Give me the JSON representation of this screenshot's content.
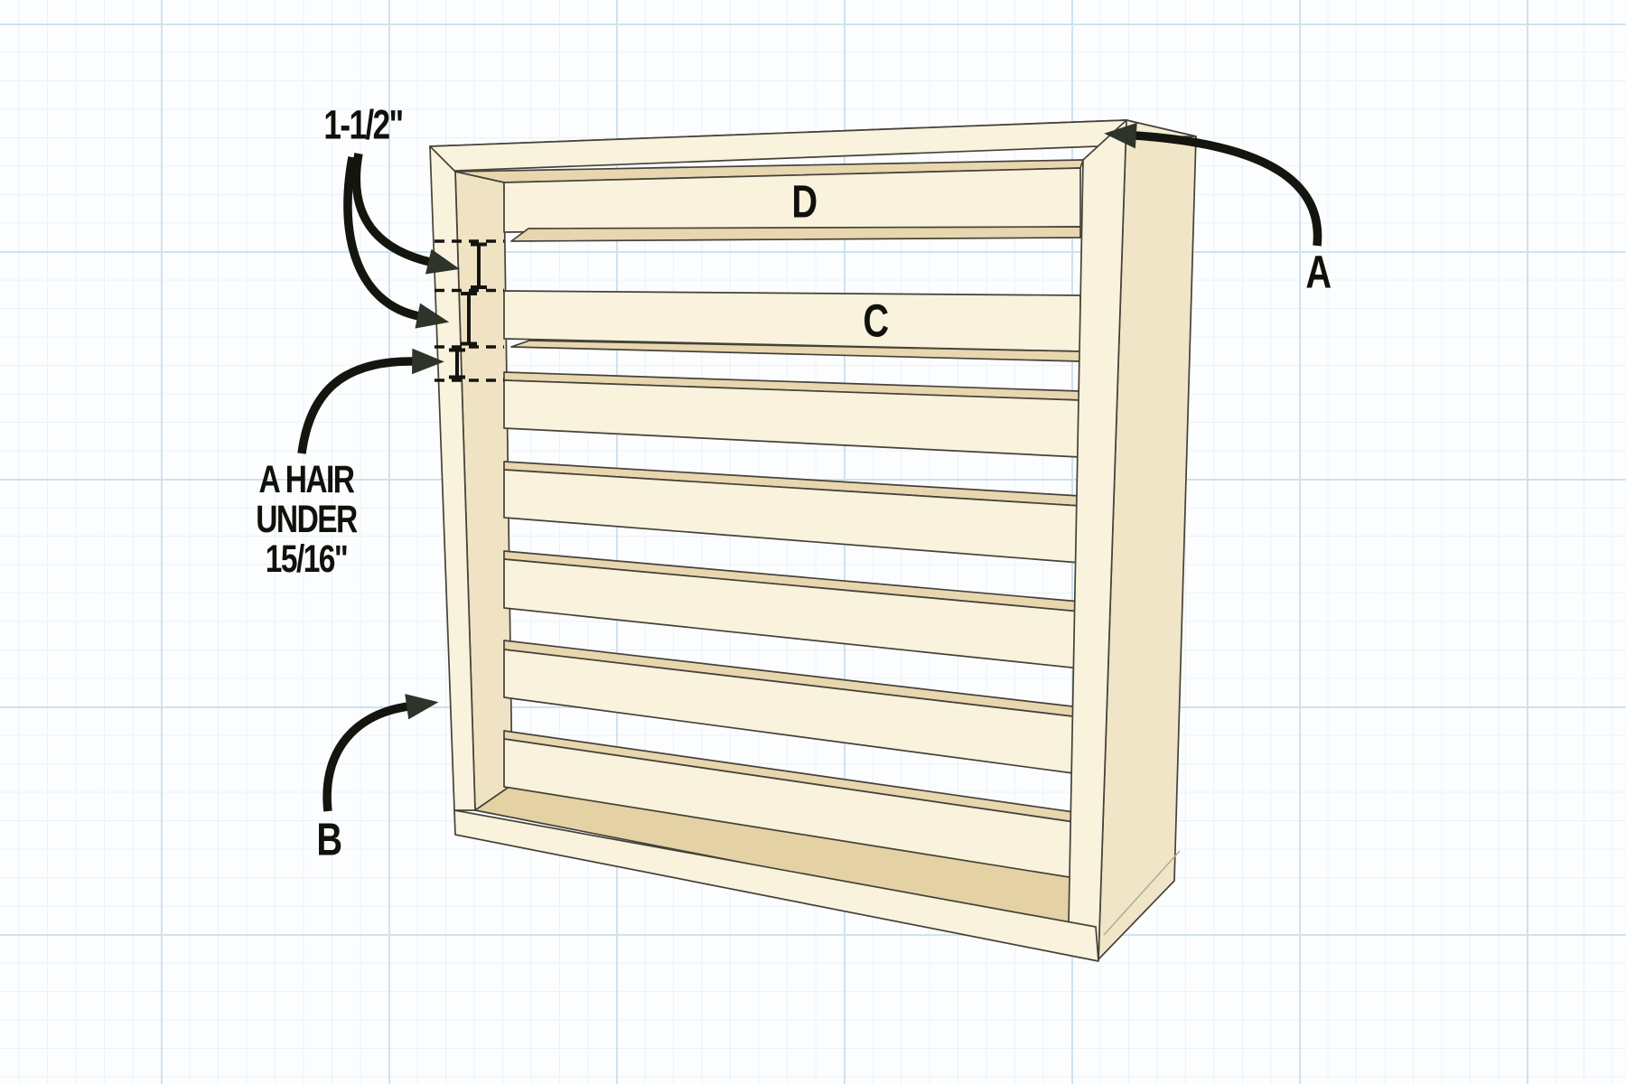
{
  "diagram": {
    "annotations": {
      "top_spacing_dimension": "1-1/2\"",
      "lower_spacing_note": [
        "A HAIR",
        "UNDER",
        "15/16\""
      ]
    },
    "part_labels": {
      "a": "A",
      "b": "B",
      "c": "C",
      "d": "D"
    }
  },
  "colors": {
    "background": "#fcfdfe",
    "grid_minor": "#eaf2f8",
    "grid_major": "#cfe2ef",
    "wood_light": "#f9f2dc",
    "wood_top": "#f4ecd3",
    "wood_side": "#f0e5c6",
    "wood_wall": "#efe3c4",
    "wood_tan": "#e8d7ae",
    "wood_floor": "#e4d2a4",
    "outline": "#45413a",
    "seam": "#b6ae95",
    "dash_ink": "#14140f",
    "arrow_stroke": "#15150f",
    "arrowhead": "#2e3429",
    "ink": "#11110c"
  }
}
